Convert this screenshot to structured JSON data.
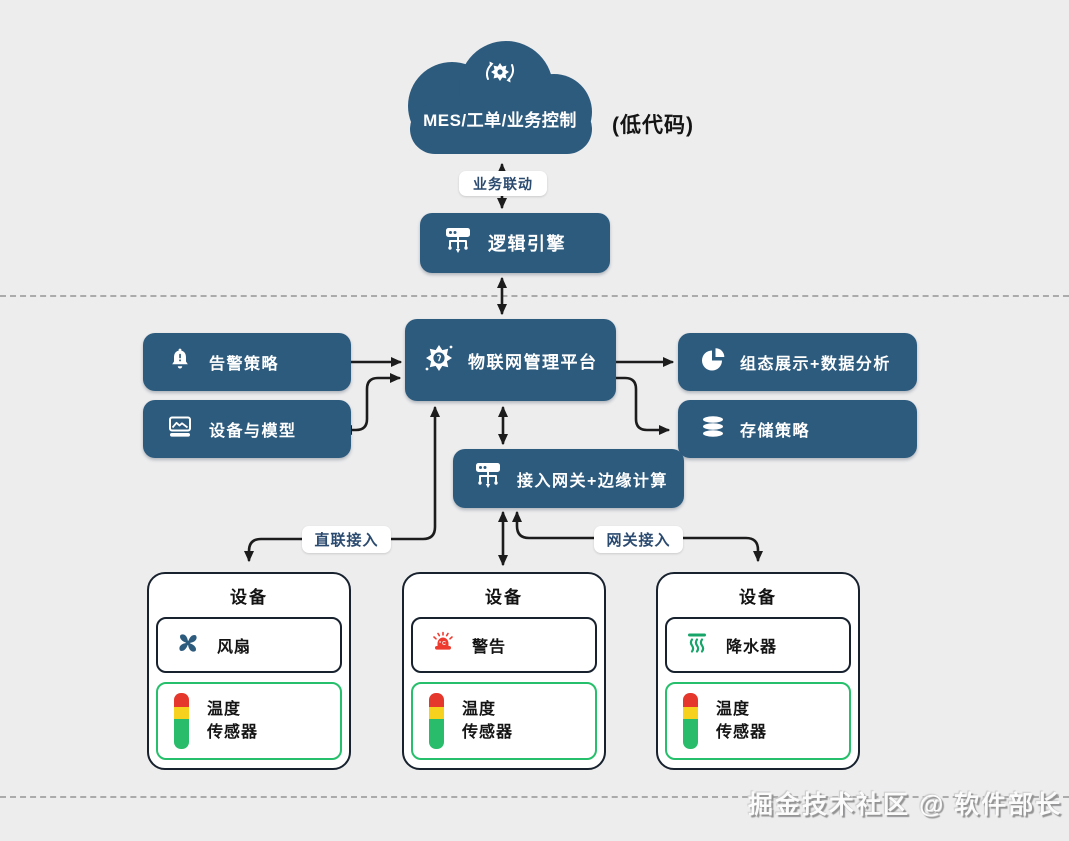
{
  "palette": {
    "node_blue": "#2d5b7e",
    "arrow_black": "#1c1c1c",
    "green_border": "#26bf6b",
    "siren_red": "#ee3b2f",
    "level_red": "#e5372c",
    "level_yellow": "#f6d21f",
    "level_green": "#29bd6b",
    "sprinkler_green": "#18a56a",
    "label_navy": "#2b4a6f",
    "background": "#ededee"
  },
  "cloud": {
    "label": "MES/工单/业务控制",
    "icon": "gear-sync-icon",
    "side_note": "(低代码)"
  },
  "link_labels": {
    "business": "业务联动",
    "direct": "直联接入",
    "gateway": "网关接入"
  },
  "nodes": {
    "logic_engine": {
      "label": "逻辑引擎",
      "icon": "hub-icon"
    },
    "platform": {
      "label": "物联网管理平台",
      "icon": "iot-gear-icon"
    },
    "alarm_policy": {
      "label": "告警策略",
      "icon": "alarm-bell-icon"
    },
    "device_model": {
      "label": "设备与模型",
      "icon": "device-model-icon"
    },
    "display_analysis": {
      "label": "组态展示+数据分析",
      "icon": "pie-chart-icon"
    },
    "storage_policy": {
      "label": "存储策略",
      "icon": "database-icon"
    },
    "gateway": {
      "label": "接入网关+边缘计算",
      "icon": "hub-icon"
    }
  },
  "devices": [
    {
      "title": "设备",
      "actuator": {
        "label": "风扇",
        "icon": "fan-icon"
      },
      "sensor": {
        "line1": "温度",
        "line2": "传感器",
        "icon": "level-bar-icon"
      }
    },
    {
      "title": "设备",
      "actuator": {
        "label": "警告",
        "icon": "siren-icon"
      },
      "sensor": {
        "line1": "温度",
        "line2": "传感器",
        "icon": "level-bar-icon"
      }
    },
    {
      "title": "设备",
      "actuator": {
        "label": "降水器",
        "icon": "sprinkler-icon"
      },
      "sensor": {
        "line1": "温度",
        "line2": "传感器",
        "icon": "level-bar-icon"
      }
    }
  ],
  "watermark": "掘金技术社区 @ 软件部长"
}
